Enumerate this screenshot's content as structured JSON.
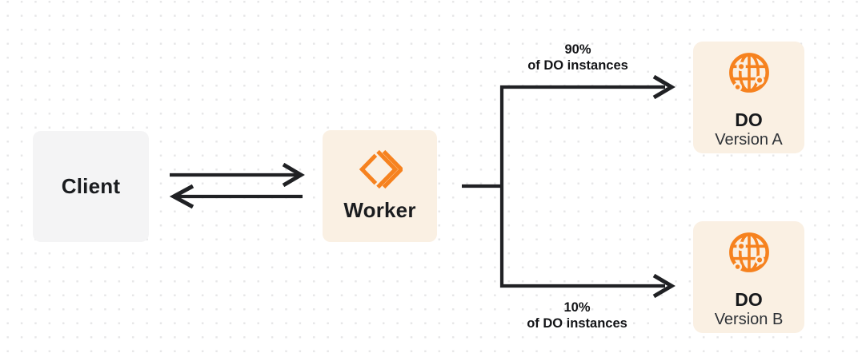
{
  "nodes": {
    "client": {
      "label": "Client"
    },
    "worker": {
      "label": "Worker",
      "icon": "workers-icon"
    },
    "do_version_a": {
      "title": "DO",
      "subtitle": "Version A",
      "icon": "durable-object-globe-icon"
    },
    "do_version_b": {
      "title": "DO",
      "subtitle": "Version B",
      "icon": "durable-object-globe-icon"
    }
  },
  "edge_labels": {
    "to_version_a": {
      "percent": "90%",
      "caption": "of DO instances"
    },
    "to_version_b": {
      "percent": "10%",
      "caption": "of DO instances"
    }
  },
  "colors": {
    "accent_orange": "#F6821F",
    "cream_node_bg": "#FAF0E3",
    "gray_node_bg": "#F4F4F5",
    "connector_dark": "#202124",
    "dot_grid": "#E7E7E8"
  }
}
